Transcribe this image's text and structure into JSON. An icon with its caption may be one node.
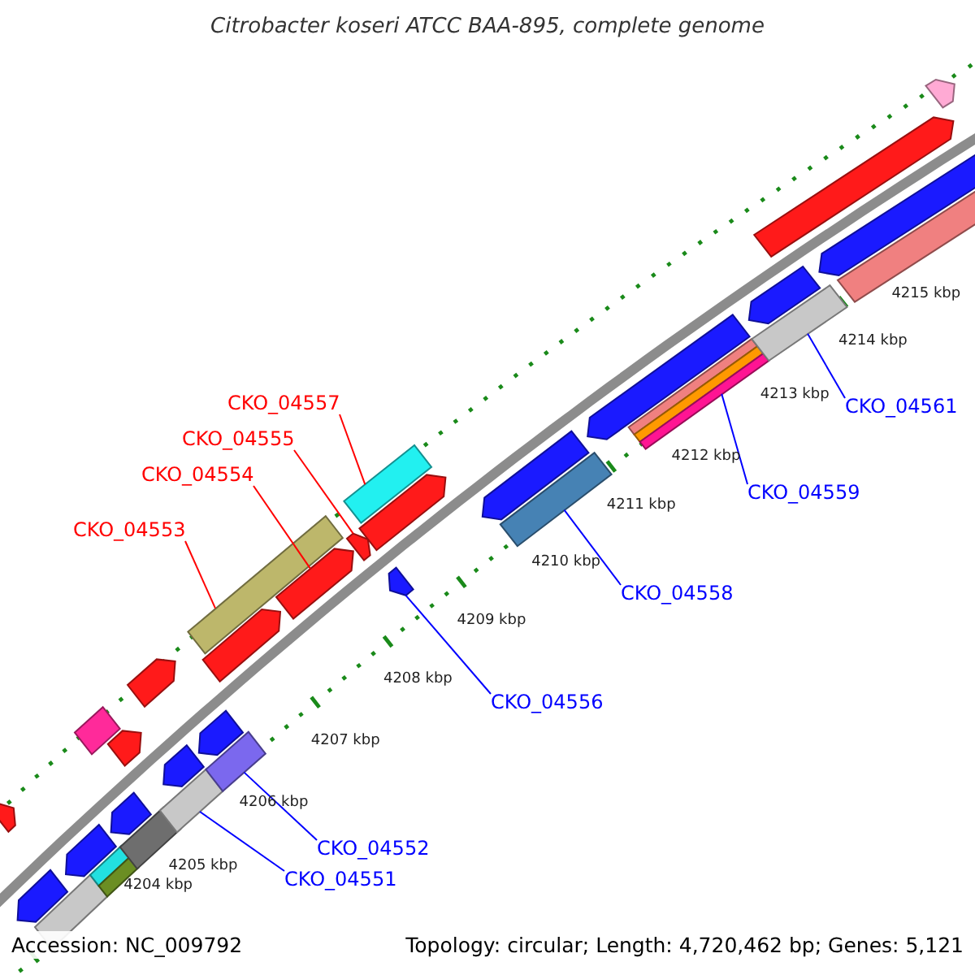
{
  "diagram": {
    "title": "Citrobacter koseri ATCC BAA-895, complete genome",
    "nodes": [
      {
        "text": [
          "CKO_04557"
        ]
      },
      {
        "text": [
          "CKO_04561"
        ]
      },
      {
        "text": [
          "CKO_04555"
        ]
      },
      {
        "text": [
          "CKO_04554"
        ]
      },
      {
        "text": [
          "CKO_04559"
        ]
      },
      {
        "text": [
          "CKO_04553"
        ]
      },
      {
        "text": [
          "CKO_04558"
        ]
      },
      {
        "text": [
          "CKO_04556"
        ]
      },
      {
        "text": [
          "CKO_04552"
        ]
      },
      {
        "text": [
          "CKO_04551"
        ]
      },
      {
        "text": [],
        "shape": "arrow"
      },
      {
        "text": [],
        "shape": "bar"
      },
      {
        "text": [],
        "shape": "arrow"
      },
      {
        "text": [],
        "shape": "arrow"
      },
      {
        "text": [],
        "shape": "bar"
      },
      {
        "text": [],
        "shape": "bar"
      },
      {
        "text": [],
        "shape": "arrow"
      },
      {
        "text": [],
        "shape": "bar"
      },
      {
        "text": [],
        "shape": "arrow"
      },
      {
        "text": [],
        "shape": "bar"
      },
      {
        "text": [],
        "shape": "arrow"
      },
      {
        "text": [],
        "shape": "arrow"
      },
      {
        "text": [],
        "shape": "bar"
      },
      {
        "text": [],
        "shape": "arrow"
      },
      {
        "text": [],
        "shape": "arrow"
      },
      {
        "text": [],
        "shape": "bar"
      },
      {
        "text": [],
        "shape": "arrow"
      },
      {
        "text": [],
        "shape": "arrow"
      },
      {
        "text": [],
        "shape": "arrow"
      },
      {
        "text": [],
        "shape": "arrow"
      },
      {
        "text": [],
        "shape": "bar"
      },
      {
        "text": [],
        "shape": "arrow"
      },
      {
        "text": [],
        "shape": "bar"
      },
      {
        "text": [],
        "shape": "arrow"
      },
      {
        "text": [],
        "shape": "bar"
      },
      {
        "text": [],
        "shape": "bar"
      },
      {
        "text": [],
        "shape": "arrow"
      },
      {
        "text": [],
        "shape": "arrow"
      },
      {
        "text": [],
        "shape": "arrow"
      },
      {
        "text": [],
        "shape": "bar"
      },
      {
        "text": [],
        "shape": "arrow"
      }
    ],
    "edges": [
      {
        "from": 0,
        "to": 30,
        "arrow": "none",
        "color": "#ff0000"
      },
      {
        "from": 1,
        "to": 35,
        "arrow": "none"
      },
      {
        "from": 2,
        "to": 27,
        "arrow": "none",
        "color": "#ff0000"
      },
      {
        "from": 3,
        "to": 26,
        "arrow": "none",
        "color": "#ff0000"
      },
      {
        "from": 4,
        "to": 34,
        "arrow": "none"
      },
      {
        "from": 5,
        "to": 25,
        "arrow": "none",
        "color": "#ff0000"
      },
      {
        "from": 6,
        "to": 32,
        "arrow": "none"
      },
      {
        "from": 7,
        "to": 28,
        "arrow": "none"
      },
      {
        "from": 8,
        "to": 22,
        "arrow": "none"
      },
      {
        "from": 9,
        "to": 19,
        "arrow": "none"
      }
    ],
    "labels": [
      "4215 kbp",
      "4214 kbp",
      "4213 kbp",
      "4212 kbp",
      "4211 kbp",
      "4210 kbp",
      "4209 kbp",
      "4208 kbp",
      "4207 kbp",
      "4206 kbp",
      "4205 kbp",
      "4204 kbp",
      "Accession: NC_009792",
      "Topology: circular; Length: 4,720,462 bp; Genes: 5,121"
    ]
  }
}
